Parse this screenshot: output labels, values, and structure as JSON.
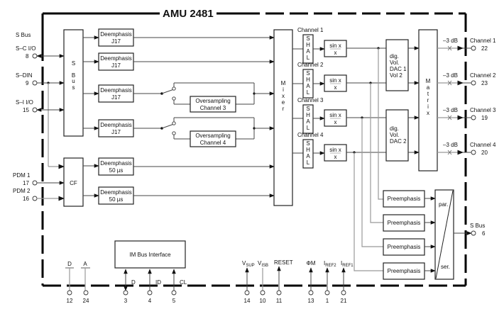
{
  "title": "AMU 2481",
  "left_pins": [
    {
      "name": "S Bus",
      "number": ""
    },
    {
      "name": "S–C I/O",
      "number": "8"
    },
    {
      "name": "S–DIN",
      "number": "9"
    },
    {
      "name": "S–I I/O",
      "number": "15"
    },
    {
      "name": "PDM 1",
      "number": "17"
    },
    {
      "name": "PDM 2",
      "number": "16"
    }
  ],
  "sbus_block": {
    "label": [
      "S",
      "B",
      "u",
      "s"
    ]
  },
  "cf_block": {
    "label": "CF"
  },
  "deemphasis_blocks": [
    {
      "line1": "Deemphasis",
      "line2": "J17"
    },
    {
      "line1": "Deemphasis",
      "line2": "J17"
    },
    {
      "line1": "Deemphasis",
      "line2": "J17"
    },
    {
      "line1": "Deemphasis",
      "line2": "J17"
    },
    {
      "line1": "Deemphasis",
      "line2": "50 µs"
    },
    {
      "line1": "Deemphasis",
      "line2": "50 µs"
    }
  ],
  "oversampling_blocks": [
    {
      "line1": "Oversampling",
      "line2": "Channel 3"
    },
    {
      "line1": "Oversampling",
      "line2": "Channel 4"
    }
  ],
  "mixer_block": {
    "label": [
      "M",
      "i",
      "x",
      "e",
      "r"
    ]
  },
  "channels": [
    {
      "label": "Channel 1",
      "shal": [
        "S",
        "H",
        "A",
        "L"
      ],
      "sinc_num": "sin x",
      "sinc_den": "x"
    },
    {
      "label": "Channel 2",
      "shal": [
        "S",
        "H",
        "A",
        "L"
      ],
      "sinc_num": "sin x",
      "sinc_den": "x"
    },
    {
      "label": "Channel 3",
      "shal": [
        "S",
        "H",
        "A",
        "L"
      ],
      "sinc_num": "sin x",
      "sinc_den": "x"
    },
    {
      "label": "Channel 4",
      "shal": [
        "S",
        "H",
        "A",
        "L"
      ],
      "sinc_num": "sin x",
      "sinc_den": "x"
    }
  ],
  "dac_blocks": [
    {
      "lines": [
        "dig.",
        "Vol.",
        "DAC 1",
        "Vol 2"
      ]
    },
    {
      "lines": [
        "dig.",
        "Vol.",
        "DAC 2"
      ]
    }
  ],
  "matrix_block": {
    "label": [
      "M",
      "a",
      "t",
      "r",
      "i",
      "x"
    ]
  },
  "attenuation_label": "–3 dB",
  "right_pins": [
    {
      "name": "Channel 1",
      "number": "22"
    },
    {
      "name": "Channel 2",
      "number": "23"
    },
    {
      "name": "Channel 3",
      "number": "19"
    },
    {
      "name": "Channel 4",
      "number": "20"
    },
    {
      "name": "S Bus",
      "number": "6"
    }
  ],
  "preemphasis_blocks": [
    {
      "label": "Preemphasis"
    },
    {
      "label": "Preemphasis"
    },
    {
      "label": "Preemphasis"
    },
    {
      "label": "Preemphasis"
    }
  ],
  "par_ser_block": {
    "top": "par.",
    "bottom": "ser."
  },
  "im_bus_block": {
    "label": "IM Bus Interface",
    "signals": [
      "D",
      "ID",
      "CL"
    ]
  },
  "bottom_pins": [
    {
      "name": "D",
      "number": "12"
    },
    {
      "name": "A",
      "number": "24"
    },
    {
      "name": "D",
      "number": "3"
    },
    {
      "name": "ID",
      "number": "4"
    },
    {
      "name": "CL",
      "number": "5"
    },
    {
      "name": "V",
      "sub": "SUP",
      "number": "14"
    },
    {
      "name": "V",
      "sub": "ISB",
      "number": "10"
    },
    {
      "name": "RESET",
      "number": "11"
    },
    {
      "name": "ΦM",
      "number": "13"
    },
    {
      "name": "I",
      "sub": "REF2",
      "number": "1"
    },
    {
      "name": "I",
      "sub": "REF1",
      "number": "21"
    }
  ]
}
